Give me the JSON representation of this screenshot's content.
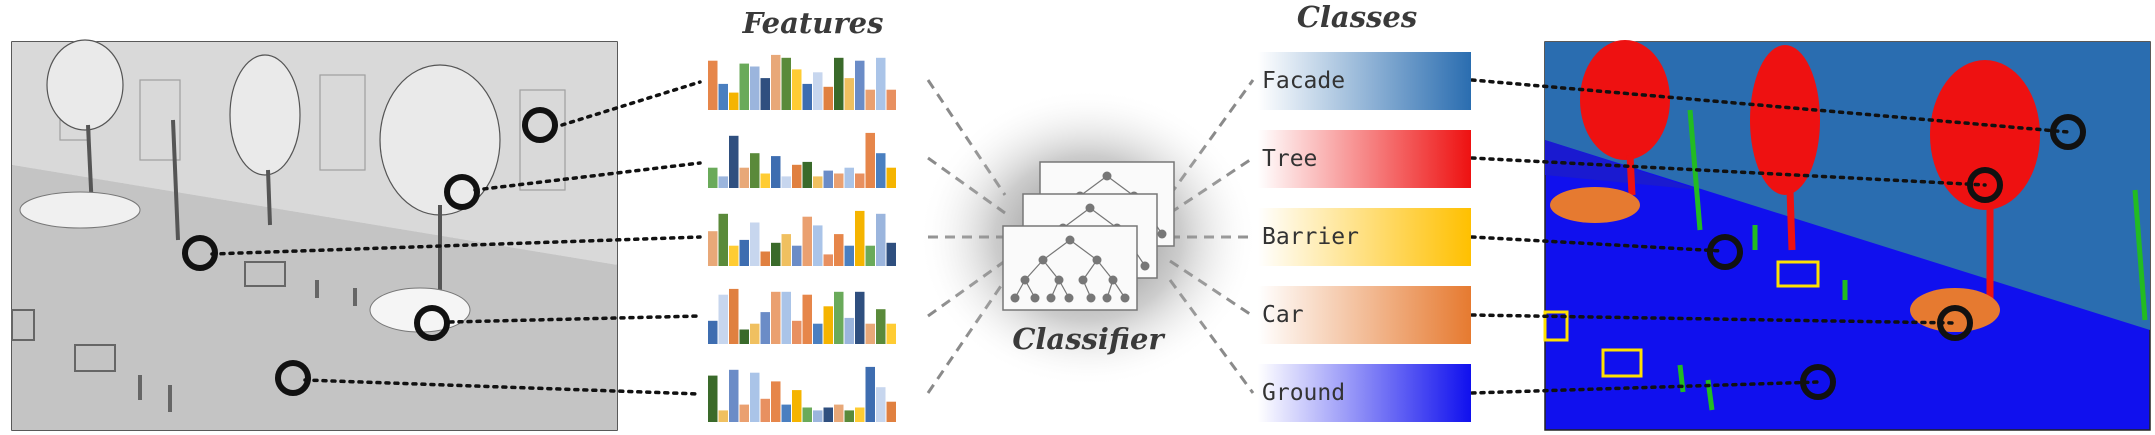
{
  "titles": {
    "features": "Features",
    "classes": "Classes",
    "classifier": "Classifier"
  },
  "classes": [
    {
      "label": "Facade",
      "color": "#2a6db0"
    },
    {
      "label": "Tree",
      "color": "#ee1111"
    },
    {
      "label": "Barrier",
      "color": "#ffc000"
    },
    {
      "label": "Car",
      "color": "#e67a30"
    },
    {
      "label": "Ground",
      "color": "#1010ee"
    }
  ],
  "feature_histograms": [
    {
      "bars": [
        0.85,
        0.45,
        0.3,
        0.8,
        0.75,
        0.55,
        0.95,
        0.9,
        0.7,
        0.45,
        0.65,
        0.4,
        0.9,
        0.55,
        0.85,
        0.35,
        0.9,
        0.35
      ]
    },
    {
      "bars": [
        0.35,
        0.2,
        0.9,
        0.35,
        0.6,
        0.25,
        0.55,
        0.2,
        0.4,
        0.45,
        0.2,
        0.3,
        0.25,
        0.35,
        0.25,
        0.95,
        0.6,
        0.35
      ]
    },
    {
      "bars": [
        0.6,
        0.9,
        0.35,
        0.45,
        0.75,
        0.25,
        0.4,
        0.55,
        0.35,
        0.85,
        0.7,
        0.2,
        0.55,
        0.35,
        0.95,
        0.35,
        0.9,
        0.4
      ]
    },
    {
      "bars": [
        0.4,
        0.85,
        0.95,
        0.25,
        0.35,
        0.55,
        0.9,
        0.9,
        0.4,
        0.85,
        0.35,
        0.65,
        0.9,
        0.45,
        0.9,
        0.35,
        0.6,
        0.35
      ]
    },
    {
      "bars": [
        0.8,
        0.2,
        0.9,
        0.3,
        0.85,
        0.4,
        0.7,
        0.3,
        0.55,
        0.25,
        0.2,
        0.25,
        0.3,
        0.2,
        0.25,
        0.95,
        0.6,
        0.35
      ]
    }
  ],
  "bar_palette": [
    "#e6864a",
    "#4a7fc0",
    "#f5b400",
    "#6aaa5a",
    "#9bb5dd",
    "#2f4f7f",
    "#e8a878",
    "#5a8a3a",
    "#ffcc33",
    "#3e6db0",
    "#c7d6ee",
    "#e08040",
    "#3a6a2a",
    "#f0c060",
    "#6b8cc7",
    "#eaa070",
    "#aac4e8",
    "#e89060"
  ]
}
